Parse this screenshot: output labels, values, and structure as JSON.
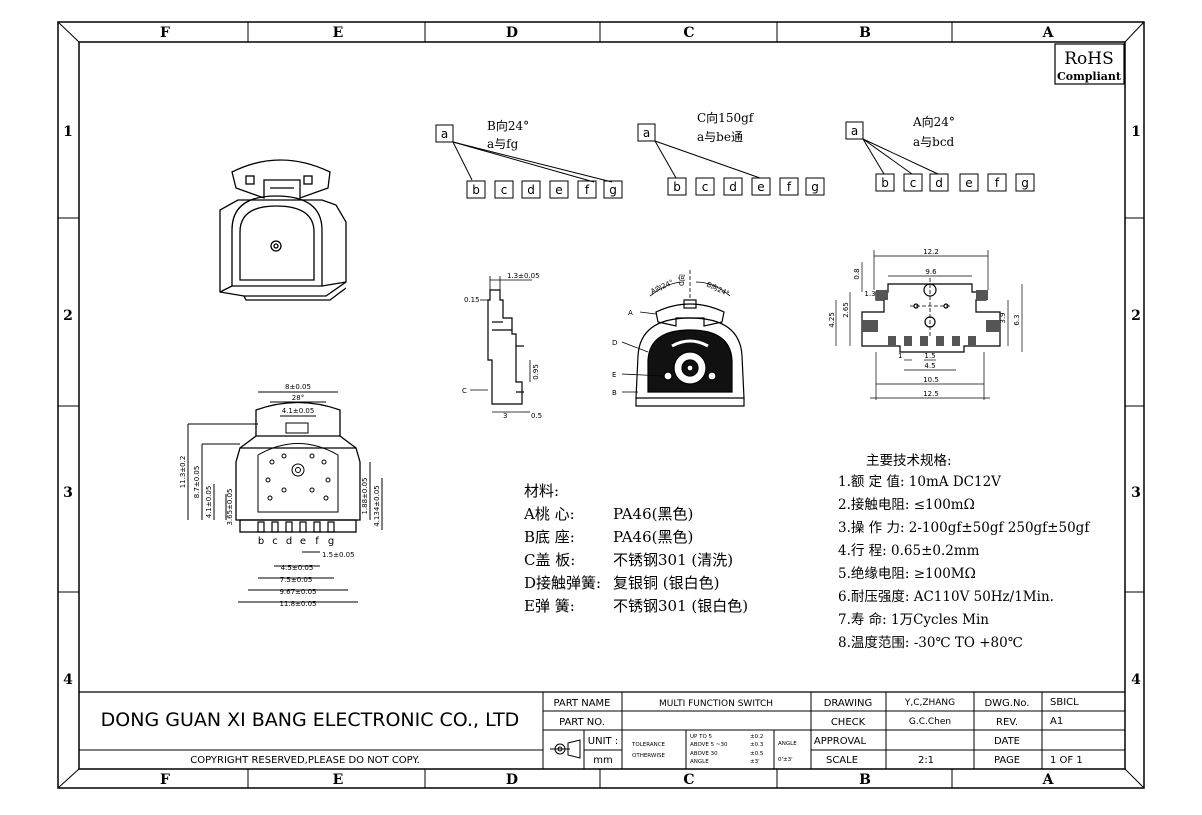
{
  "frame": {
    "columns": [
      "F",
      "E",
      "D",
      "C",
      "B",
      "A"
    ],
    "rows": [
      "1",
      "2",
      "3",
      "4"
    ]
  },
  "rohs": {
    "line1": "RoHS",
    "line2": "Compliant"
  },
  "switch_diagrams": [
    {
      "title": "B向24°",
      "subtitle": "a与fg",
      "common": "a",
      "pins": [
        "b",
        "c",
        "d",
        "e",
        "f",
        "g"
      ]
    },
    {
      "title": "C向150gf",
      "subtitle": "a与be通",
      "common": "a",
      "pins": [
        "b",
        "c",
        "d",
        "e",
        "f",
        "g"
      ]
    },
    {
      "title": "A向24°",
      "subtitle": "a与bcd",
      "common": "a",
      "pins": [
        "b",
        "c",
        "d",
        "e",
        "f",
        "g"
      ]
    }
  ],
  "dims": {
    "front_view": {
      "width_top": "8±0.05",
      "angle": "28°",
      "inner": "4.1±0.05",
      "h1": "11.3±0.2",
      "h2": "8.7±0.05",
      "h3": "4.1±0.05",
      "h4": "3.65±0.05",
      "r1": "1.88±0.05",
      "r2": "4.134±0.05",
      "pin_letters": [
        "b",
        "c",
        "d",
        "e",
        "f",
        "g"
      ],
      "b1": "1.5±0.05",
      "b2": "4.5±0.05",
      "b3": "7.5±0.05",
      "b4": "9.67±0.05",
      "b5": "11.8±0.05"
    },
    "side_view": {
      "top": "1.3±0.05",
      "left": "0.15",
      "c_label": "C",
      "r": "0.95",
      "bottom1": "3",
      "bottom2": "0.5"
    },
    "section_view": {
      "lbl_c": "C向",
      "lbl_a": "A向24°",
      "lbl_b": "B向24°",
      "labels": [
        "A",
        "D",
        "E",
        "B"
      ]
    },
    "pcb_view": {
      "w1": "12.2",
      "w2": "9.6",
      "w3": "10.5",
      "w4": "12.5",
      "h1": "0.8",
      "h2": "1.3",
      "h3": "4.25",
      "h4": "2.65",
      "h5": "3.9",
      "h6": "6.3",
      "p1": "1",
      "p2": "1.5",
      "p3": "4.5"
    }
  },
  "materials": {
    "heading": "材料:",
    "items": [
      {
        "label": "A桃      心:",
        "value": "PA46(黑色)"
      },
      {
        "label": "B底      座:",
        "value": "PA46(黑色)"
      },
      {
        "label": "C盖      板:",
        "value": "不锈钢301 (清洗)"
      },
      {
        "label": "D接触弹簧:",
        "value": "复银铜 (银白色)"
      },
      {
        "label": "E弹      簧:",
        "value": "不锈钢301 (银白色)"
      }
    ]
  },
  "specs": {
    "heading": "主要技术规格:",
    "items": [
      "1.额 定 值: 10mA DC12V",
      "2.接触电阻: ≤100mΩ",
      "3.操 作 力: 2-100gf±50gf 250gf±50gf",
      "4.行    程: 0.65±0.2mm",
      "5.绝缘电阻: ≥100MΩ",
      "6.耐压强度: AC110V 50Hz/1Min.",
      "7.寿    命: 1万Cycles Min",
      "8.温度范围: -30℃ TO +80℃"
    ]
  },
  "title_block": {
    "company": "DONG GUAN XI BANG ELECTRONIC CO., LTD",
    "copyright": "COPYRIGHT RESERVED,PLEASE DO NOT COPY.",
    "part_name_label": "PART NAME",
    "part_name": "MULTI FUNCTION SWITCH",
    "part_no_label": "PART NO.",
    "unit_label": "UNIT :",
    "unit": "mm",
    "tolerance": "TOLERANCE",
    "otherwise": "OTHERWISE",
    "tol_rows": [
      {
        "range": "UP TO 5",
        "val": "±0.2"
      },
      {
        "range": "ABOVE 5 ~30",
        "val": "±0.3"
      },
      {
        "range": "ABOVE 30",
        "val": "±0.5"
      },
      {
        "range": "ANGLE",
        "val": "±3'"
      }
    ],
    "angle_label": "ANGLE",
    "angle_val": "0'±3'",
    "drawing_label": "DRAWING",
    "drawing": "Y,C,ZHANG",
    "check_label": "CHECK",
    "check": "G.C.Chen",
    "approval_label": "APPROVAL",
    "scale_label": "SCALE",
    "scale": "2:1",
    "dwg_label": "DWG.No.",
    "dwg": "SBICL",
    "rev_label": "REV.",
    "rev": "A1",
    "date_label": "DATE",
    "page_label": "PAGE",
    "page": "1  OF  1"
  }
}
